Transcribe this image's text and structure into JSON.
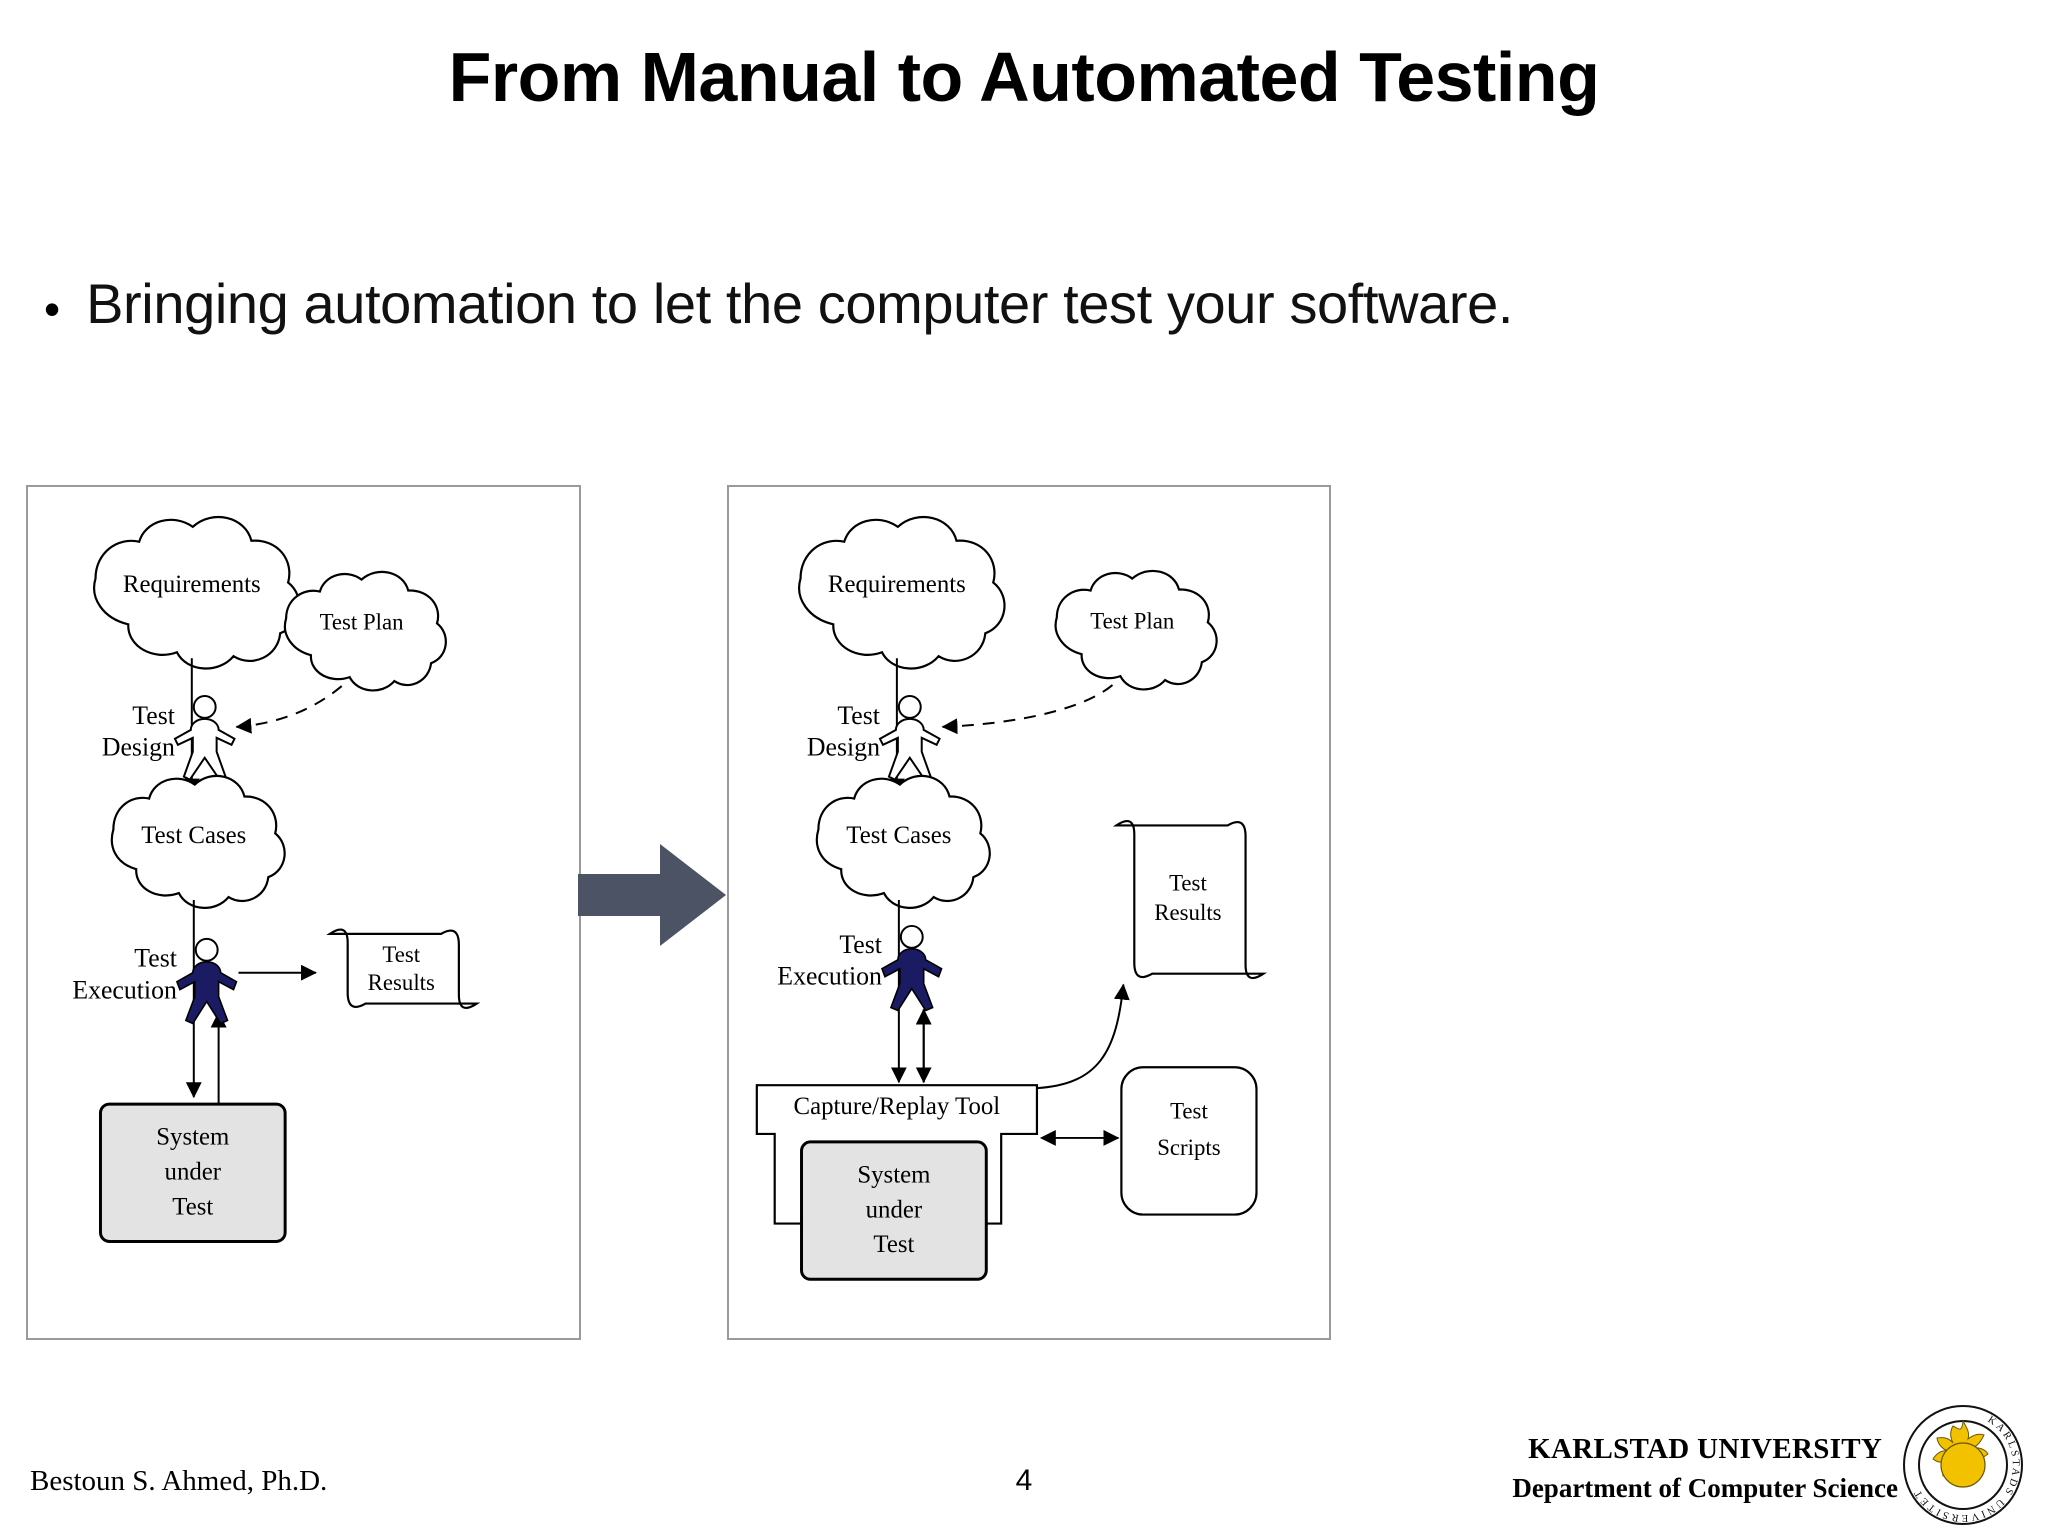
{
  "slide": {
    "title": "From Manual to Automated Testing",
    "bullet_marker": "•",
    "bullets": [
      "Bringing automation to let the computer test your software."
    ]
  },
  "diagram": {
    "transition_arrow": "right-arrow",
    "arrow_color": "#4b5364",
    "manual_panel": {
      "name": "manual-testing-flow",
      "nodes": {
        "requirements": "Requirements",
        "test_plan": "Test Plan",
        "test_design": "Test\nDesign",
        "test_design_line1": "Test",
        "test_design_line2": "Design",
        "test_cases": "Test Cases",
        "test_execution_line1": "Test",
        "test_execution_line2": "Execution",
        "test_results_line1": "Test",
        "test_results_line2": "Results",
        "system_under_test_line1": "System",
        "system_under_test_line2": "under",
        "system_under_test_line3": "Test"
      }
    },
    "automated_panel": {
      "name": "automated-testing-flow",
      "nodes": {
        "requirements": "Requirements",
        "test_plan": "Test Plan",
        "test_design_line1": "Test",
        "test_design_line2": "Design",
        "test_cases": "Test Cases",
        "test_execution_line1": "Test",
        "test_execution_line2": "Execution",
        "capture_replay_tool": "Capture/Replay Tool",
        "test_results_line1": "Test",
        "test_results_line2": "Results",
        "test_scripts_line1": "Test",
        "test_scripts_line2": "Scripts",
        "system_under_test_line1": "System",
        "system_under_test_line2": "under",
        "system_under_test_line3": "Test"
      }
    }
  },
  "footer": {
    "author": "Bestoun S. Ahmed, Ph.D.",
    "page_number": "4",
    "brand_line1": "KARLSTAD UNIVERSITY",
    "brand_line2": "Department of Computer Science",
    "logo_ring_text": "KARLSTADS UNIVERSITET",
    "logo_sun_color": "#f2c200"
  }
}
